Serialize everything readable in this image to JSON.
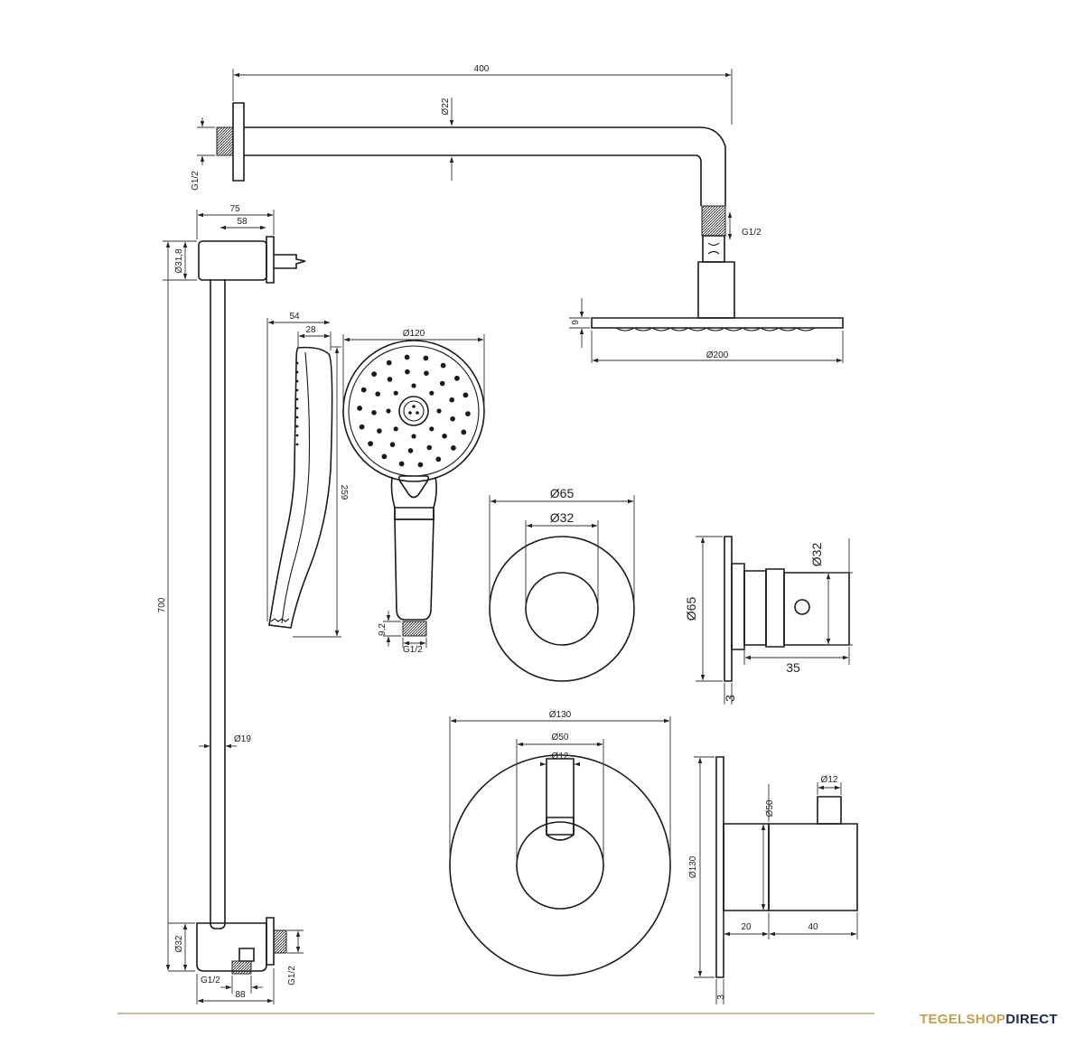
{
  "dimensions": {
    "arm_length": "400",
    "arm_diameter": "Ø22",
    "arm_thread": "G1/2",
    "head_thread": "G1/2",
    "head_thickness": "9",
    "head_diameter": "Ø200",
    "rail_depth": "75",
    "rail_depth_inner": "58",
    "rail_flange": "Ø31,8",
    "rail_height": "700",
    "rail_diameter": "Ø19",
    "rail_bottom_flange": "Ø32",
    "rail_bottom_thread": "G1/2",
    "rail_bottom_thread_side": "G1/2",
    "rail_bottom_depth": "88",
    "hand_depth": "54",
    "hand_depth_inner": "28",
    "hand_diameter": "Ø120",
    "hand_length": "259",
    "hand_thread_height": "9,2",
    "hand_thread": "G1/2",
    "rose_outer": "Ø65",
    "rose_inner": "Ø32",
    "rose_side_height": "Ø65",
    "rose_side_knob": "Ø32",
    "rose_side_depth": "35",
    "rose_side_plate": "3",
    "plate_outer": "Ø130",
    "plate_knob": "Ø50",
    "plate_stem": "Ø12",
    "plate_side_height": "Ø130",
    "plate_side_knob": "Ø50",
    "plate_side_stem": "Ø12",
    "plate_side_depth1": "20",
    "plate_side_depth2": "40",
    "plate_side_plate": "3"
  },
  "brand": {
    "part1": "TEGELSHOP",
    "part2": "DIRECT"
  }
}
